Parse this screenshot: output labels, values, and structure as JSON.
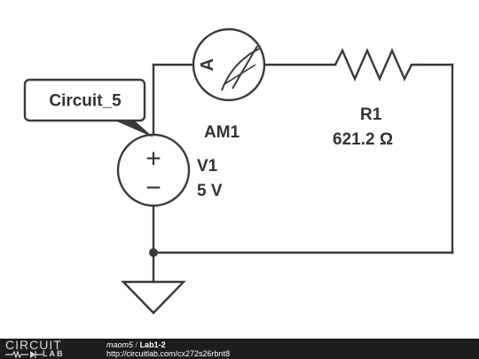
{
  "net_label": {
    "text": "Circuit_5"
  },
  "ammeter": {
    "name": "AM1",
    "symbol": "A"
  },
  "resistor": {
    "name": "R1",
    "value": "621.2 Ω"
  },
  "source": {
    "name": "V1",
    "value": "5 V",
    "plus": "+",
    "minus": "−"
  },
  "footer": {
    "logo_top": "CIRCUIT",
    "logo_bottom": "LAB",
    "user": "maom5",
    "separator": "/",
    "project": "Lab1-2",
    "url": "http://circuitlab.com/cx272s26rbnt8"
  },
  "colors": {
    "wire": "#3a3a3a",
    "footer_bg": "#1c1c1c",
    "text": "#333333"
  }
}
